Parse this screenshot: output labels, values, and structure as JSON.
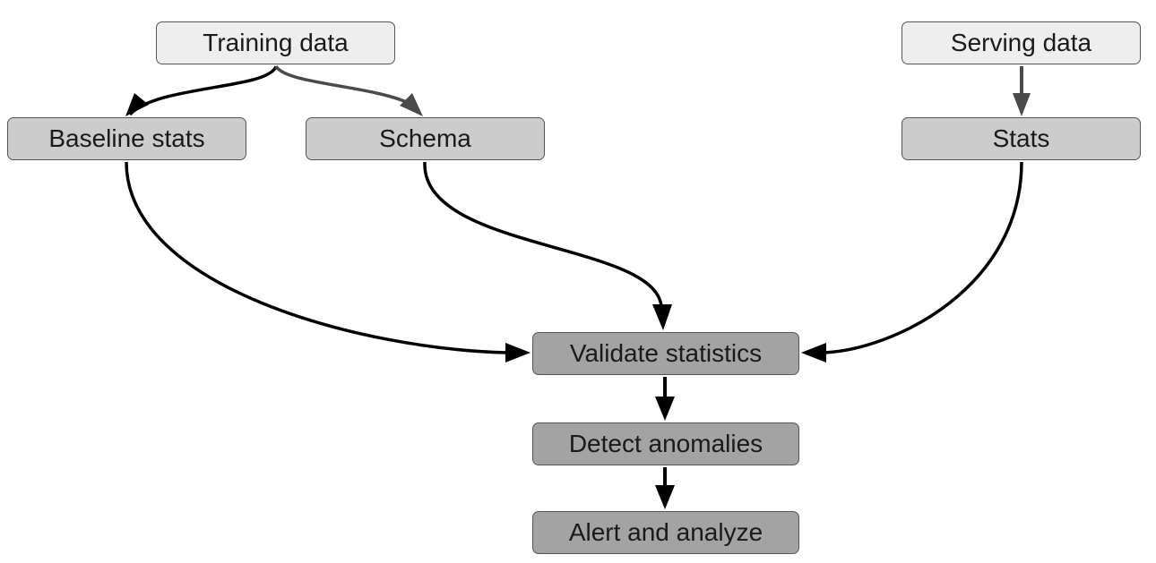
{
  "diagram": {
    "nodes": {
      "training_data": "Training data",
      "serving_data": "Serving data",
      "baseline_stats": "Baseline stats",
      "schema": "Schema",
      "stats": "Stats",
      "validate_statistics": "Validate statistics",
      "detect_anomalies": "Detect anomalies",
      "alert_and_analyze": "Alert and analyze"
    },
    "edges": [
      {
        "from": "training_data",
        "to": "baseline_stats"
      },
      {
        "from": "training_data",
        "to": "schema"
      },
      {
        "from": "serving_data",
        "to": "stats"
      },
      {
        "from": "baseline_stats",
        "to": "validate_statistics"
      },
      {
        "from": "schema",
        "to": "validate_statistics"
      },
      {
        "from": "stats",
        "to": "validate_statistics"
      },
      {
        "from": "validate_statistics",
        "to": "detect_anomalies"
      },
      {
        "from": "detect_anomalies",
        "to": "alert_and_analyze"
      }
    ],
    "colors": {
      "source_fill": "#eeeeee",
      "stats_fill": "#cccccc",
      "process_fill": "#a3a3a3",
      "border": "#555555",
      "edge_primary": "#000000",
      "edge_secondary": "#4a4a4a"
    }
  }
}
